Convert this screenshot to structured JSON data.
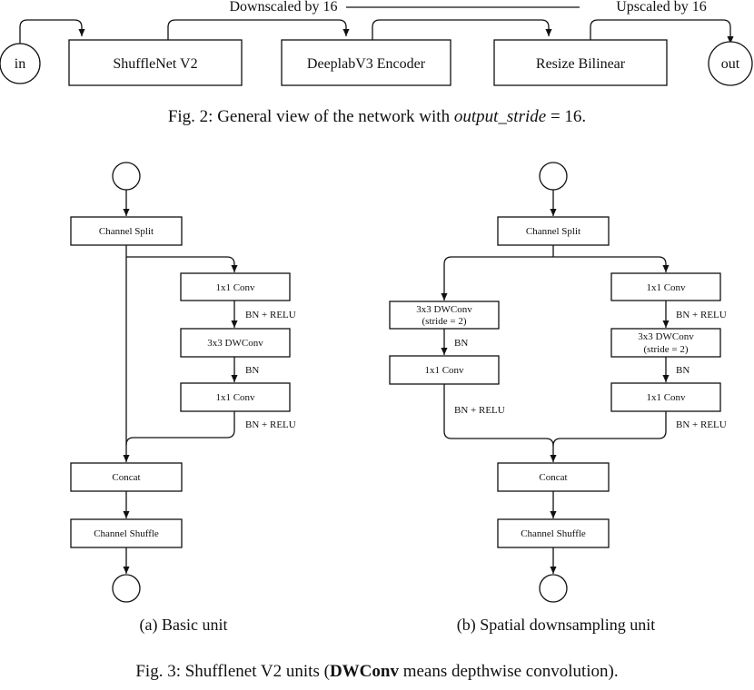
{
  "fig2": {
    "nodes": {
      "in": "in",
      "shufflenet": "ShuffleNet V2",
      "deeplab": "DeeplabV3 Encoder",
      "resize": "Resize Bilinear",
      "out": "out"
    },
    "edge_labels": {
      "downscaled": "Downscaled by 16",
      "upscaled": "Upscaled by 16"
    },
    "caption": {
      "prefix": "Fig. 2: General view of the network with ",
      "math": "output_stride",
      "suffix": " = 16."
    }
  },
  "fig3": {
    "basic": {
      "channel_split": "Channel Split",
      "conv1": "1x1 Conv",
      "bn_relu_1": "BN + RELU",
      "dwconv": "3x3 DWConv",
      "bn": "BN",
      "conv2": "1x1 Conv",
      "bn_relu_2": "BN + RELU",
      "concat": "Concat",
      "shuffle": "Channel Shuffle",
      "subcaption": "(a) Basic unit"
    },
    "spatial": {
      "channel_split": "Channel Split",
      "left_dwconv_line1": "3x3 DWConv",
      "left_dwconv_line2": "(stride = 2)",
      "left_bn": "BN",
      "left_conv": "1x1 Conv",
      "left_bn_relu": "BN + RELU",
      "right_conv1": "1x1 Conv",
      "right_bn_relu_1": "BN + RELU",
      "right_dwconv_line1": "3x3 DWConv",
      "right_dwconv_line2": "(stride = 2)",
      "right_bn": "BN",
      "right_conv2": "1x1 Conv",
      "right_bn_relu_2": "BN + RELU",
      "concat": "Concat",
      "shuffle": "Channel Shuffle",
      "subcaption": "(b) Spatial downsampling unit"
    },
    "caption": {
      "prefix": "Fig. 3: Shufflenet V2 units (",
      "bold": "DWConv",
      "suffix": " means depthwise convolution)."
    }
  }
}
